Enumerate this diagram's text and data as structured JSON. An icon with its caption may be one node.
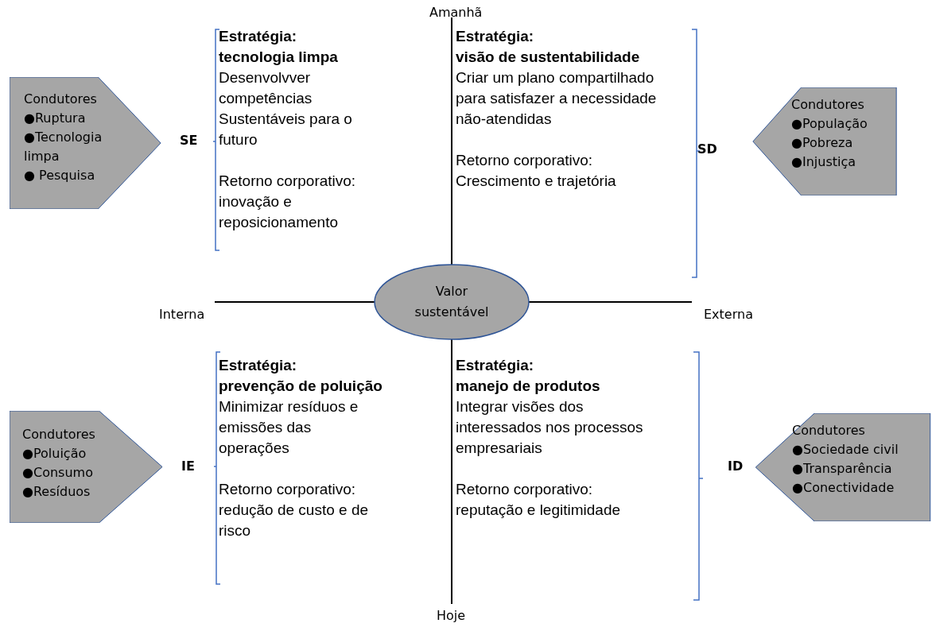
{
  "diagram": {
    "nodes": [
      {
        "text": [
          "Condutores",
          "●Ruptura",
          "●Tecnologia limpa",
          "● Pesquisa"
        ]
      },
      {
        "text": [
          "Estratégia:",
          "tecnologia limpa",
          "Desenvolvver competências Sustentáveis para o futuro",
          "Retorno corporativo: inovação e reposicionamento"
        ]
      },
      {
        "text": [
          "Estratégia:",
          "visão de sustentabilidade",
          "Criar um plano compartilhado para satisfazer a necessidade não-atendidas",
          "Retorno corporativo: Crescimento e trajetória"
        ]
      },
      {
        "text": [
          "Condutores",
          "●População",
          "●Pobreza",
          "●Injustiça"
        ]
      },
      {
        "text": [
          "Valor sustentável"
        ]
      },
      {
        "text": [
          "Condutores",
          "●Poluição",
          "●Consumo",
          "●Resíduos"
        ]
      },
      {
        "text": [
          "Estratégia:",
          "prevenção de poluição",
          "Minimizar resíduos e emissões das operações",
          "Retorno corporativo: redução de custo e de risco"
        ]
      },
      {
        "text": [
          "Estratégia:",
          "manejo de produtos",
          "Integrar visões dos interessados nos processos empresariais",
          "Retorno corporativo: reputação e legitimidade"
        ]
      },
      {
        "text": [
          "Condutores",
          "●Sociedade civil",
          "●Transparência",
          "●Conectividade"
        ]
      }
    ],
    "labels": [
      "Amanhã",
      "SE",
      "SD",
      "Interna",
      "Externa",
      "IE",
      "ID",
      "Hoje"
    ]
  }
}
